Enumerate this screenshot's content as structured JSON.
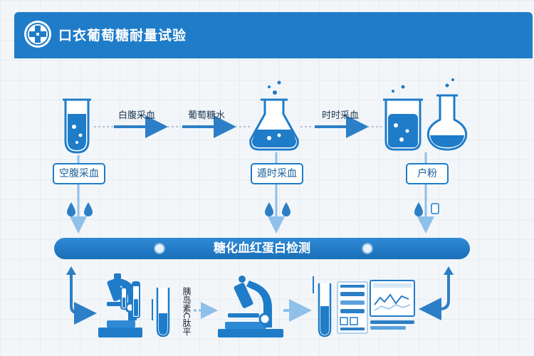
{
  "header": {
    "title": "口衣葡萄糖耐量试验"
  },
  "steps": [
    {
      "label": "空腹采血"
    },
    {
      "label": "遁时采血"
    },
    {
      "label": "户粉"
    }
  ],
  "arrows": [
    {
      "label": "白腹采血"
    },
    {
      "label": "葡萄糖水"
    },
    {
      "label": "时时采血"
    }
  ],
  "bottom": {
    "bar_label": "糖化血红蛋白检测",
    "vertical_text": "胰岛素C肽平"
  },
  "colors": {
    "primary": "#1f7cc9",
    "light": "#8fc0ea"
  }
}
